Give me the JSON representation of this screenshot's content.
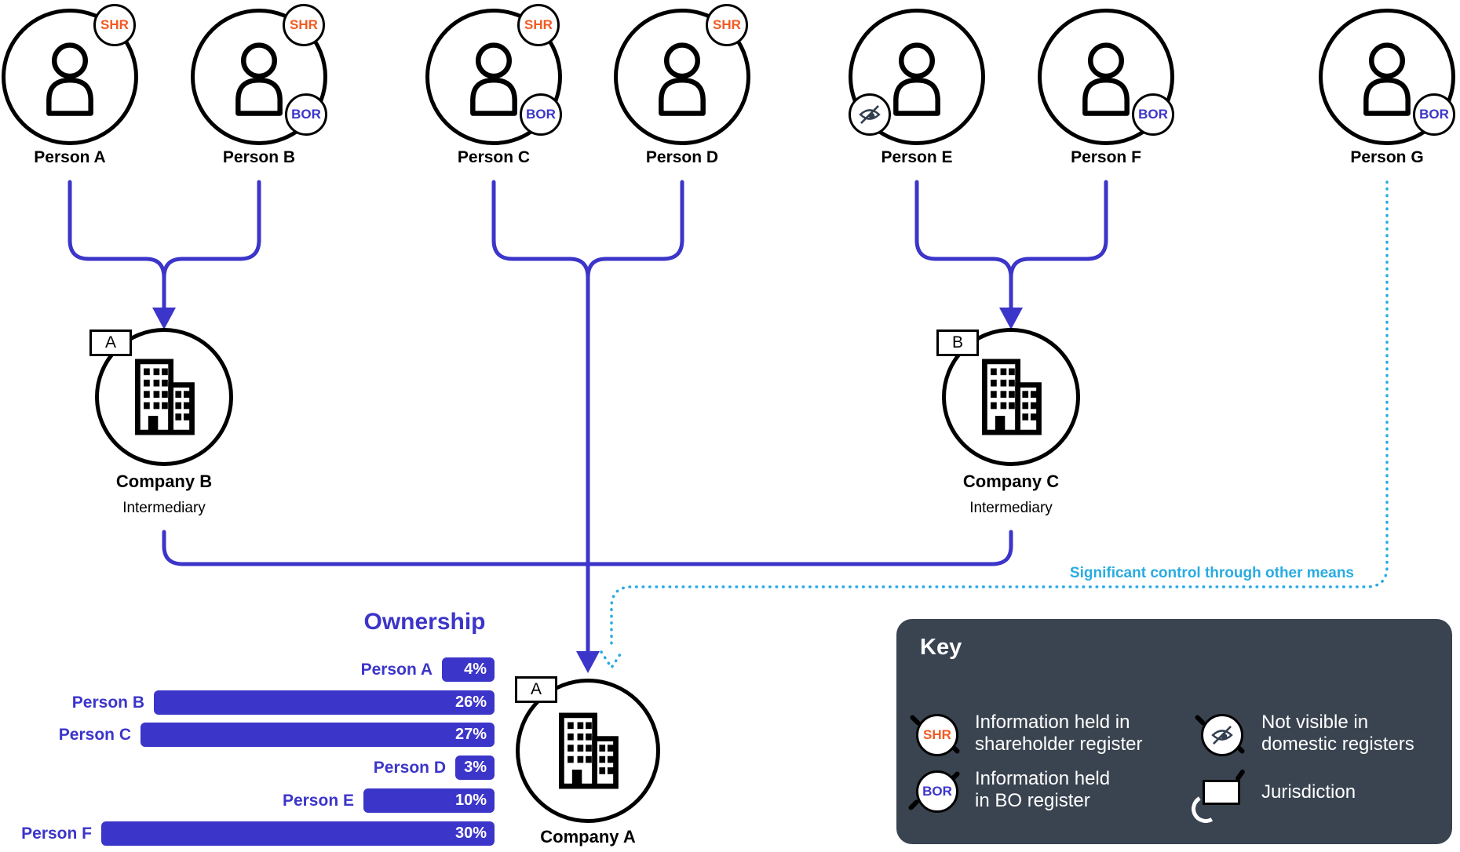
{
  "colors": {
    "accent_blue": "#3C35C9",
    "light_blue": "#29ABE2",
    "orange": "#F15B22",
    "key_background": "#3A4450",
    "icon_dark": "#333F4F"
  },
  "badge_labels": {
    "shr": "SHR",
    "bor": "BOR"
  },
  "persons": [
    {
      "label": "Person A",
      "badges": [
        "SHR"
      ]
    },
    {
      "label": "Person B",
      "badges": [
        "SHR",
        "BOR"
      ]
    },
    {
      "label": "Person C",
      "badges": [
        "SHR",
        "BOR"
      ]
    },
    {
      "label": "Person D",
      "badges": [
        "SHR"
      ]
    },
    {
      "label": "Person E",
      "badges": [
        "not-visible"
      ]
    },
    {
      "label": "Person F",
      "badges": [
        "BOR"
      ]
    },
    {
      "label": "Person G",
      "badges": [
        "BOR"
      ]
    }
  ],
  "companies": {
    "company_b": {
      "name": "Company B",
      "role": "Intermediary",
      "jurisdiction": "A"
    },
    "company_c": {
      "name": "Company C",
      "role": "Intermediary",
      "jurisdiction": "B"
    },
    "company_a": {
      "name": "Company A",
      "jurisdiction": "A"
    }
  },
  "annotations": {
    "significant_control": "Significant control through other means"
  },
  "chart_data": {
    "type": "bar",
    "orientation": "horizontal",
    "title": "Ownership",
    "categories": [
      "Person A",
      "Person B",
      "Person C",
      "Person D",
      "Person E",
      "Person F"
    ],
    "values": [
      4,
      26,
      27,
      3,
      10,
      30
    ],
    "value_labels": [
      "4%",
      "26%",
      "27%",
      "3%",
      "10%",
      "30%"
    ],
    "unit": "%",
    "xlim": [
      0,
      30
    ],
    "bars_right_aligned": true,
    "bar_color": "#3C35C9",
    "category_label_color": "#3C35C9",
    "value_label_color": "#FFFFFF"
  },
  "key": {
    "title": "Key",
    "items": [
      {
        "icon": "SHR",
        "line1": "Information held in",
        "line2": "shareholder register"
      },
      {
        "icon": "BOR",
        "line1": "Information held",
        "line2": "in BO register"
      },
      {
        "icon": "not-visible",
        "line1": "Not visible in",
        "line2": "domestic registers"
      },
      {
        "icon": "jurisdiction",
        "line1": "Jurisdiction",
        "line2": ""
      }
    ]
  }
}
